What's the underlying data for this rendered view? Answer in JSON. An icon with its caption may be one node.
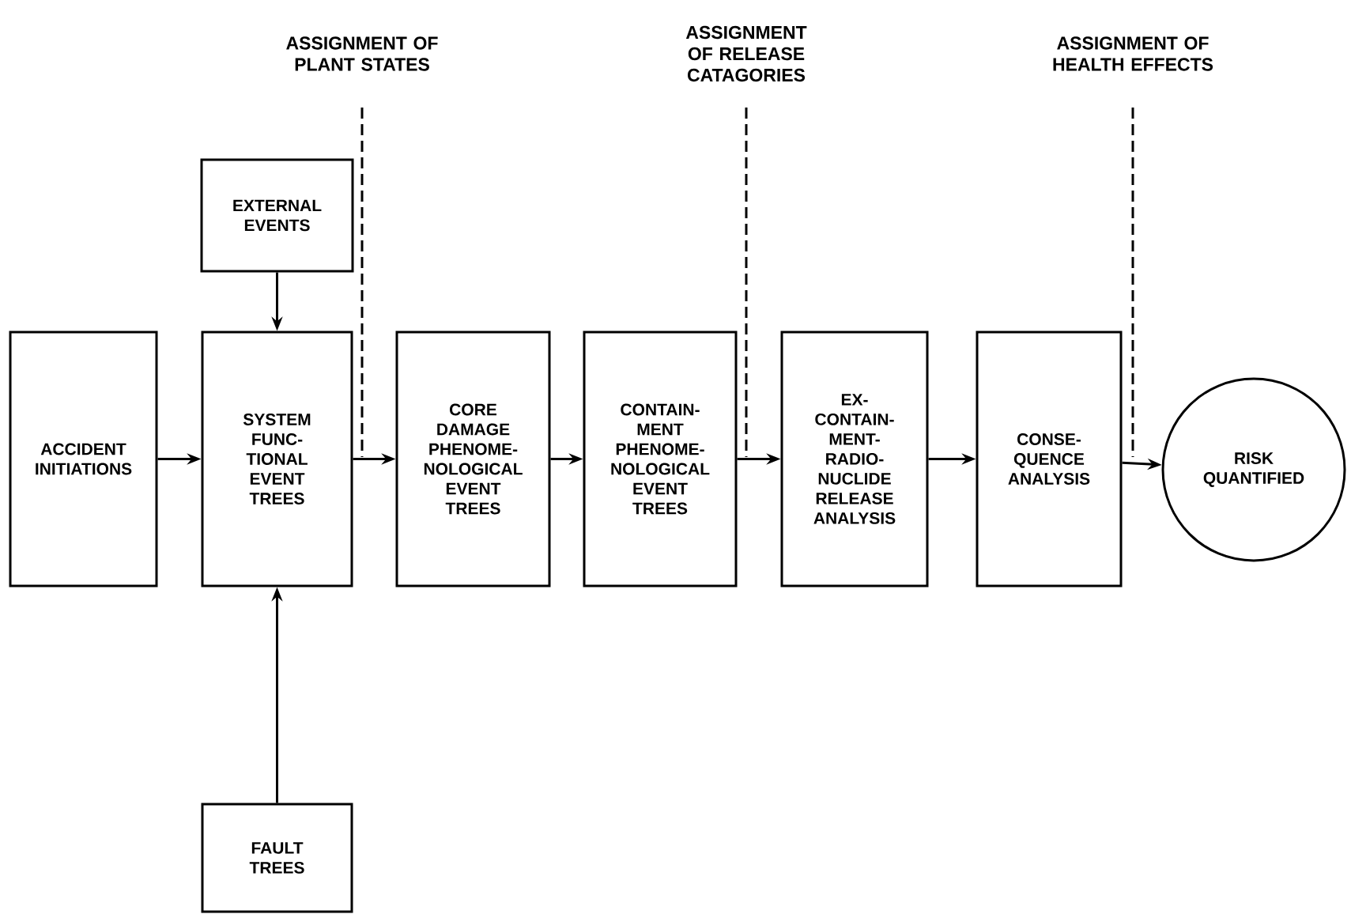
{
  "diagram": {
    "nodes": [
      {
        "text": [
          "EXTERNAL EVENTS"
        ]
      },
      {
        "text": [
          "ACCIDENT INITIATIONS"
        ]
      },
      {
        "text": [
          "SYSTEM FUNC- TIONAL EVENT TREES"
        ]
      },
      {
        "text": [
          "FAULT TREES"
        ]
      },
      {
        "text": [
          "CORE DAMAGE PHENOME- NOLOGICAL EVENT TREES"
        ]
      },
      {
        "text": [
          "CONTAIN- MENT PHENOME- NOLOGICAL EVENT TREES"
        ]
      },
      {
        "text": [
          "EX- CONTAIN- MENT- RADIO- NUCLIDE RELEASE ANALYSIS"
        ]
      },
      {
        "text": [
          "CONSE- QUENCE ANALYSIS"
        ]
      },
      {
        "text": [
          "RISK QUANTIFIED"
        ]
      }
    ],
    "edges": [
      {
        "from": 0,
        "to": 2,
        "arrow": "to"
      },
      {
        "from": 1,
        "to": 2,
        "arrow": "to"
      },
      {
        "from": 3,
        "to": 2,
        "arrow": "to"
      },
      {
        "from": 2,
        "to": 4,
        "arrow": "to"
      },
      {
        "from": 4,
        "to": 5,
        "arrow": "to"
      },
      {
        "from": 5,
        "to": 6,
        "arrow": "to"
      },
      {
        "from": 6,
        "to": 7,
        "arrow": "to"
      },
      {
        "from": 7,
        "to": 8,
        "arrow": "to"
      }
    ],
    "labels": [
      "ASSIGNMENT OF PLANT STATES",
      "ASSIGNMENT OF RELEASE CATAGORIES",
      "ASSIGNMENT OF HEALTH EFFECTS"
    ]
  }
}
